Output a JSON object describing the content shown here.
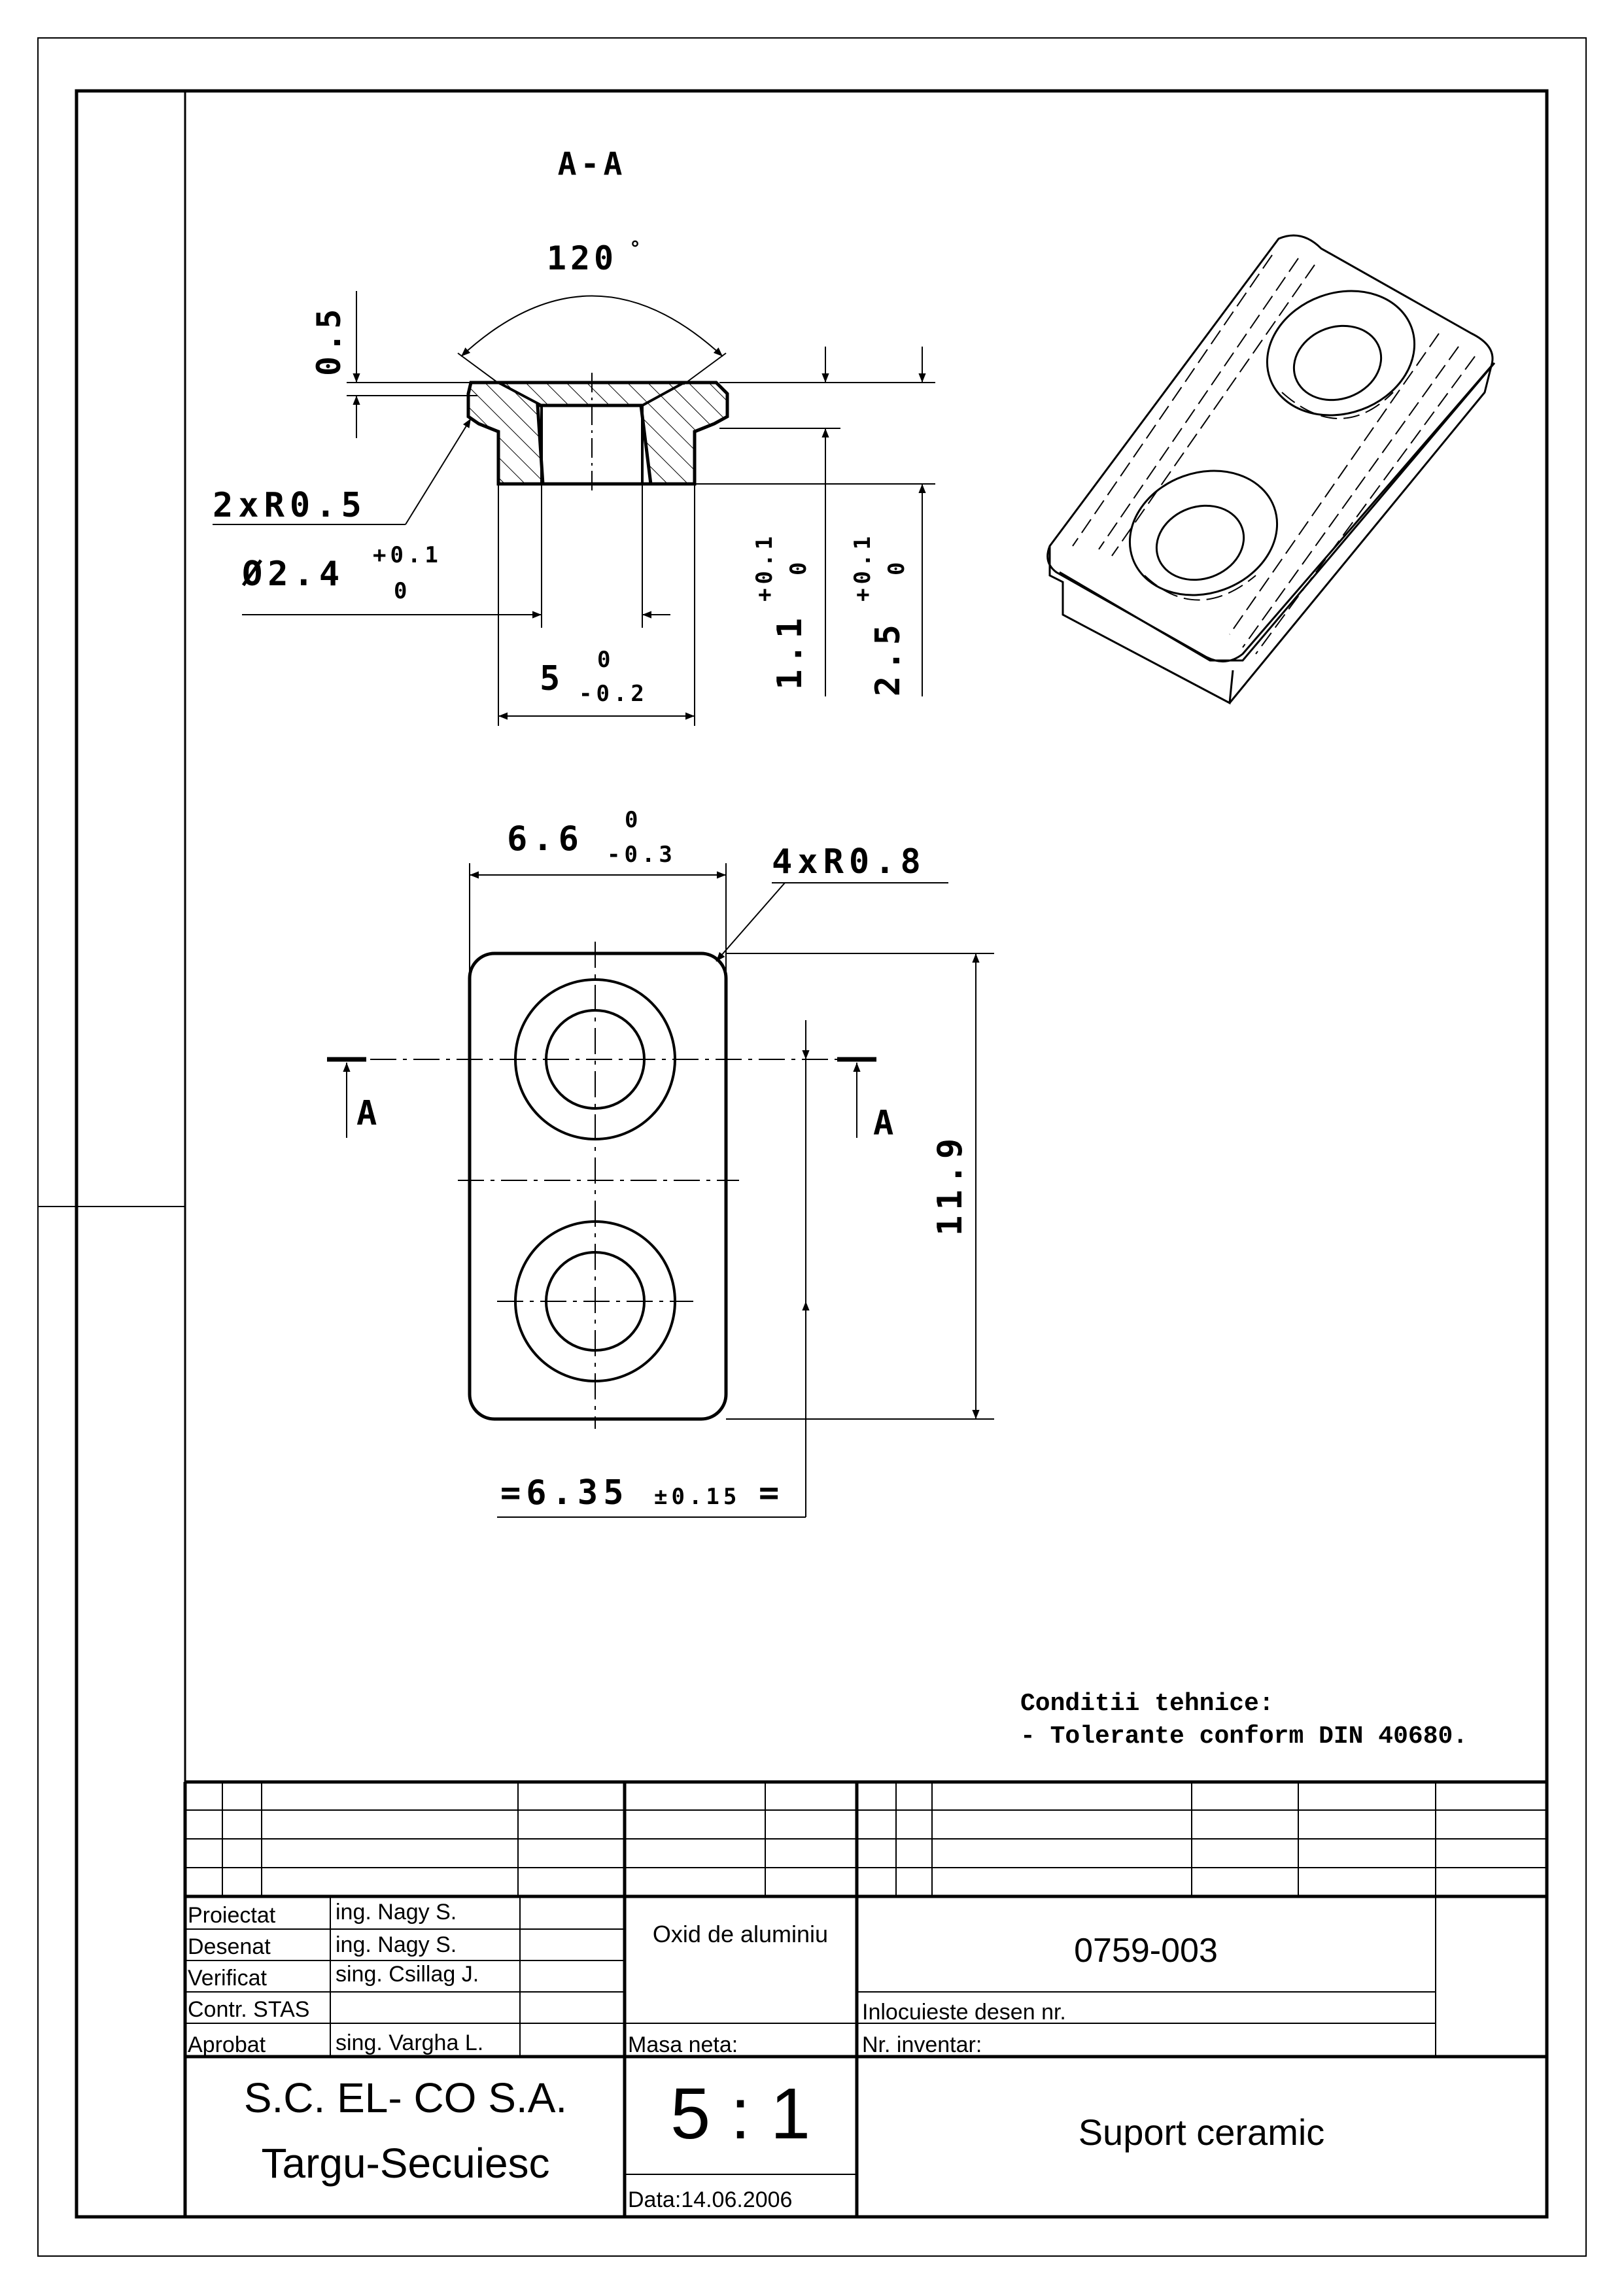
{
  "section": {
    "title": "A-A",
    "angle": "120",
    "chamfer_depth": "0.5",
    "fillets": "2xR0.5",
    "bore": "Ø2.4",
    "bore_tol_upper": "+0.1",
    "bore_tol_lower": "0",
    "width": "5",
    "width_tol_upper": "0",
    "width_tol_lower": "-0.2",
    "step_height": "1.1",
    "step_tol_upper": "+0.1",
    "step_tol_lower": "0",
    "total_height": "2.5",
    "total_tol_upper": "+0.1",
    "total_tol_lower": "0"
  },
  "plan": {
    "width": "6.6",
    "width_tol_upper": "0",
    "width_tol_lower": "-0.3",
    "corner_radius": "4xR0.8",
    "length": "11.9",
    "pitch": "=6.35",
    "pitch_tol": "±0.15",
    "pitch_end": "=",
    "section_mark_left": "A",
    "section_mark_right": "A"
  },
  "notes": {
    "heading": "Conditii tehnice:",
    "line1": "- Tolerante conform DIN 40680."
  },
  "title_block": {
    "roles": [
      {
        "role": "Proiectat",
        "name": "ing. Nagy S."
      },
      {
        "role": "Desenat",
        "name": "ing. Nagy S."
      },
      {
        "role": "Verificat",
        "name": "sing. Csillag J."
      },
      {
        "role": "Contr. STAS",
        "name": ""
      },
      {
        "role": "Aprobat",
        "name": "sing. Vargha L."
      }
    ],
    "material": "Oxid de aluminiu",
    "mass_label": "Masa neta:",
    "drawing_number": "0759-003",
    "replaces_label": "Inlocuieste desen nr.",
    "inventory_label": "Nr. inventar:",
    "company": "S.C. EL- CO  S.A.",
    "city": "Targu-Secuiesc",
    "scale": "5 : 1",
    "date": "Data:14.06.2006",
    "part_name": "Suport ceramic"
  }
}
